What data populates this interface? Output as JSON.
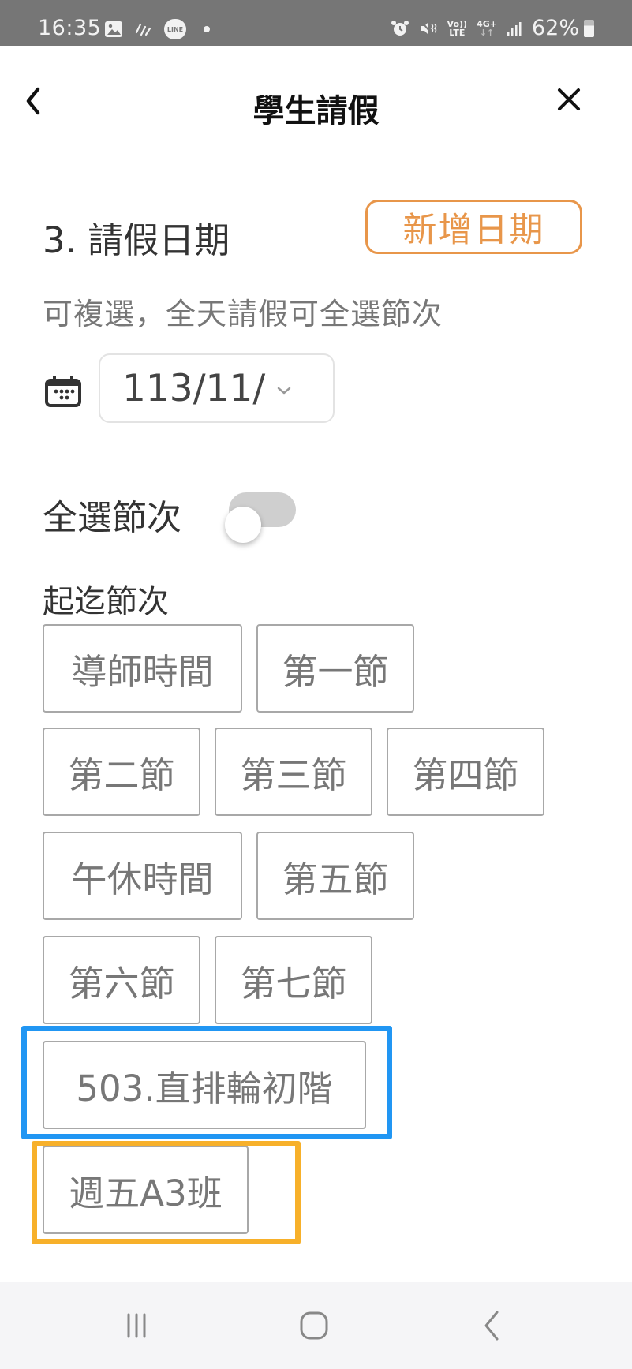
{
  "status_bar": {
    "time": "16:35",
    "left_icons": [
      "gallery-icon",
      "signal-streams-icon",
      "line-app-icon",
      "dot-icon"
    ],
    "right_icons": [
      "alarm-icon",
      "mute-vibrate-icon",
      "volte-icon",
      "4g-plus-icon",
      "signal-bars-icon"
    ],
    "volte_label_top": "Vo))",
    "volte_label_bottom": "LTE",
    "network_label": "4G+",
    "battery_percent": "62%",
    "line_label": "LINE"
  },
  "header": {
    "title": "學生請假",
    "back_icon": "chevron-left-icon",
    "close_icon": "close-icon"
  },
  "section": {
    "title": "3. 請假日期",
    "add_date_label": "新增日期",
    "subtitle": "可複選，全天請假可全選節次"
  },
  "date_picker": {
    "icon": "calendar-icon",
    "value": "113/11/",
    "dropdown_icon": "chevron-down-icon"
  },
  "select_all": {
    "label": "全選節次",
    "on": false
  },
  "periods": {
    "label": "起迄節次",
    "items": [
      {
        "label": "導師時間"
      },
      {
        "label": "第一節"
      },
      {
        "label": "第二節"
      },
      {
        "label": "第三節"
      },
      {
        "label": "第四節"
      },
      {
        "label": "午休時間"
      },
      {
        "label": "第五節"
      },
      {
        "label": "第六節"
      },
      {
        "label": "第七節"
      },
      {
        "label": "503.直排輪初階"
      },
      {
        "label": "週五A3班"
      }
    ]
  },
  "colors": {
    "accent_orange": "#e8964a",
    "highlight_blue": "#2196f3",
    "highlight_orange": "#f7b02a",
    "status_bar_bg": "#767676",
    "toggle_track": "#cfcfcf"
  },
  "nav_bar": {
    "recents_icon": "recent-apps-icon",
    "home_icon": "home-icon",
    "back_icon": "back-icon"
  }
}
